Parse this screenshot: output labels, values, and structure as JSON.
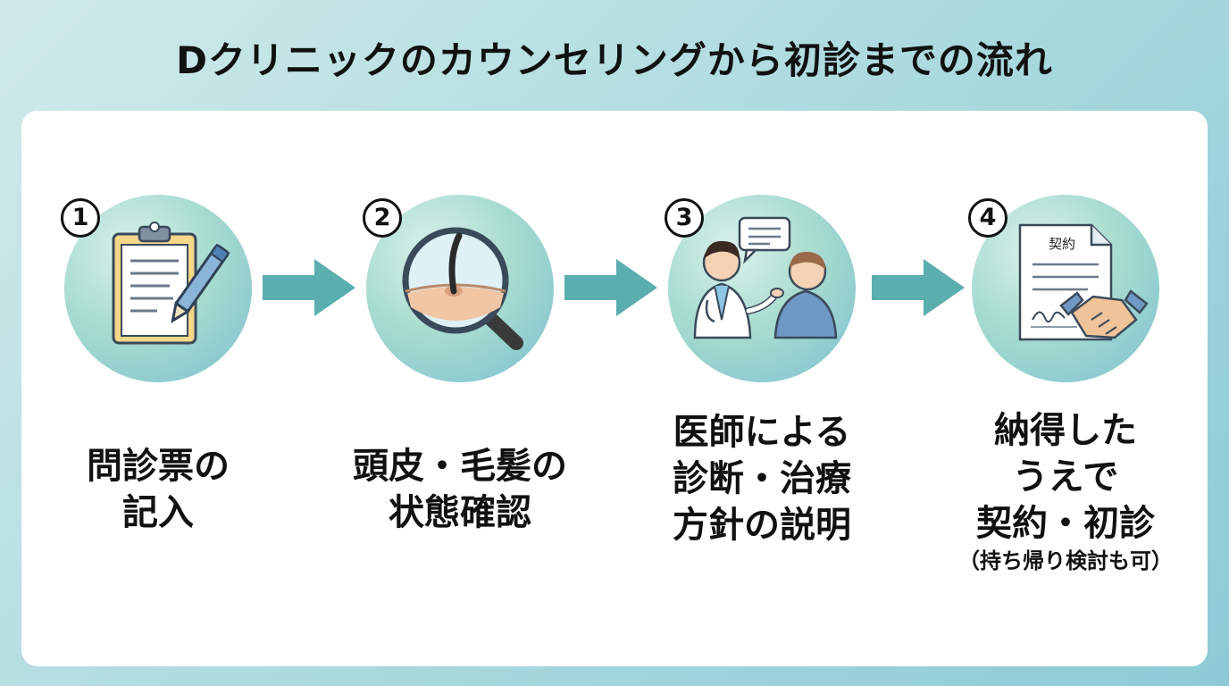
{
  "title": "Dクリニックのカウンセリングから初診までの流れ",
  "steps": [
    {
      "number": "1",
      "icon": "clipboard-pen-icon",
      "lines": [
        "問診票の",
        "記入"
      ]
    },
    {
      "number": "2",
      "icon": "scalp-magnifier-icon",
      "lines": [
        "頭皮・毛髪の",
        "状態確認"
      ]
    },
    {
      "number": "3",
      "icon": "doctor-consultation-icon",
      "lines": [
        "医師による",
        "診断・治療",
        "方針の説明"
      ]
    },
    {
      "number": "4",
      "icon": "contract-handshake-icon",
      "contract_label": "契約",
      "lines": [
        "納得した",
        "うえで",
        "契約・初診"
      ],
      "note": "（持ち帰り検討も可）"
    }
  ],
  "colors": {
    "accent": "#5aaeae",
    "circle": "#a8dccf",
    "text": "#111111"
  }
}
